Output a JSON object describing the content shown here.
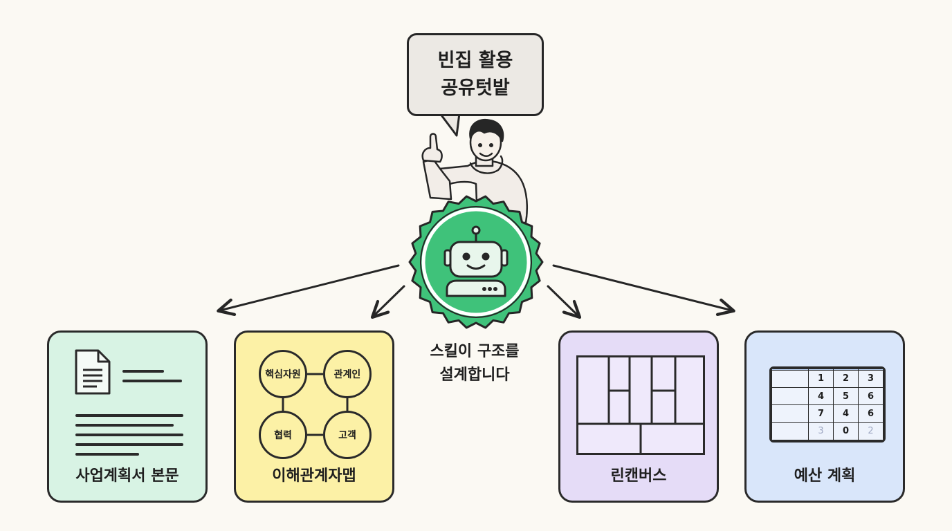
{
  "speech_bubble": {
    "line1": "빈집 활용",
    "line2": "공유텃밭"
  },
  "center_label": {
    "line1": "스킬이 구조를",
    "line2": "설계합니다"
  },
  "colors": {
    "background": "#fbf9f3",
    "badge_green": "#3fc27a",
    "doc_card": "#d8f3e4",
    "map_card": "#fcf1a6",
    "canvas_card": "#e5dcf7",
    "budget_card": "#d9e6fa"
  },
  "icons": {
    "person": "person-pointing-icon",
    "robot": "robot-icon",
    "document": "document-icon"
  },
  "cards": {
    "doc": {
      "title": "사업계획서 본문"
    },
    "map": {
      "title": "이해관계자맵",
      "nodes": [
        "핵심자원",
        "관계인",
        "협력",
        "고객"
      ]
    },
    "canvas": {
      "title": "린캔버스"
    },
    "budget": {
      "title": "예산 계획",
      "rows": [
        [
          "",
          "",
          "",
          ""
        ],
        [
          "",
          "1",
          "2",
          "3"
        ],
        [
          "",
          "4",
          "5",
          "6"
        ],
        [
          "",
          "7",
          "4",
          "6"
        ],
        [
          "",
          "3",
          "0",
          "2"
        ]
      ]
    }
  }
}
